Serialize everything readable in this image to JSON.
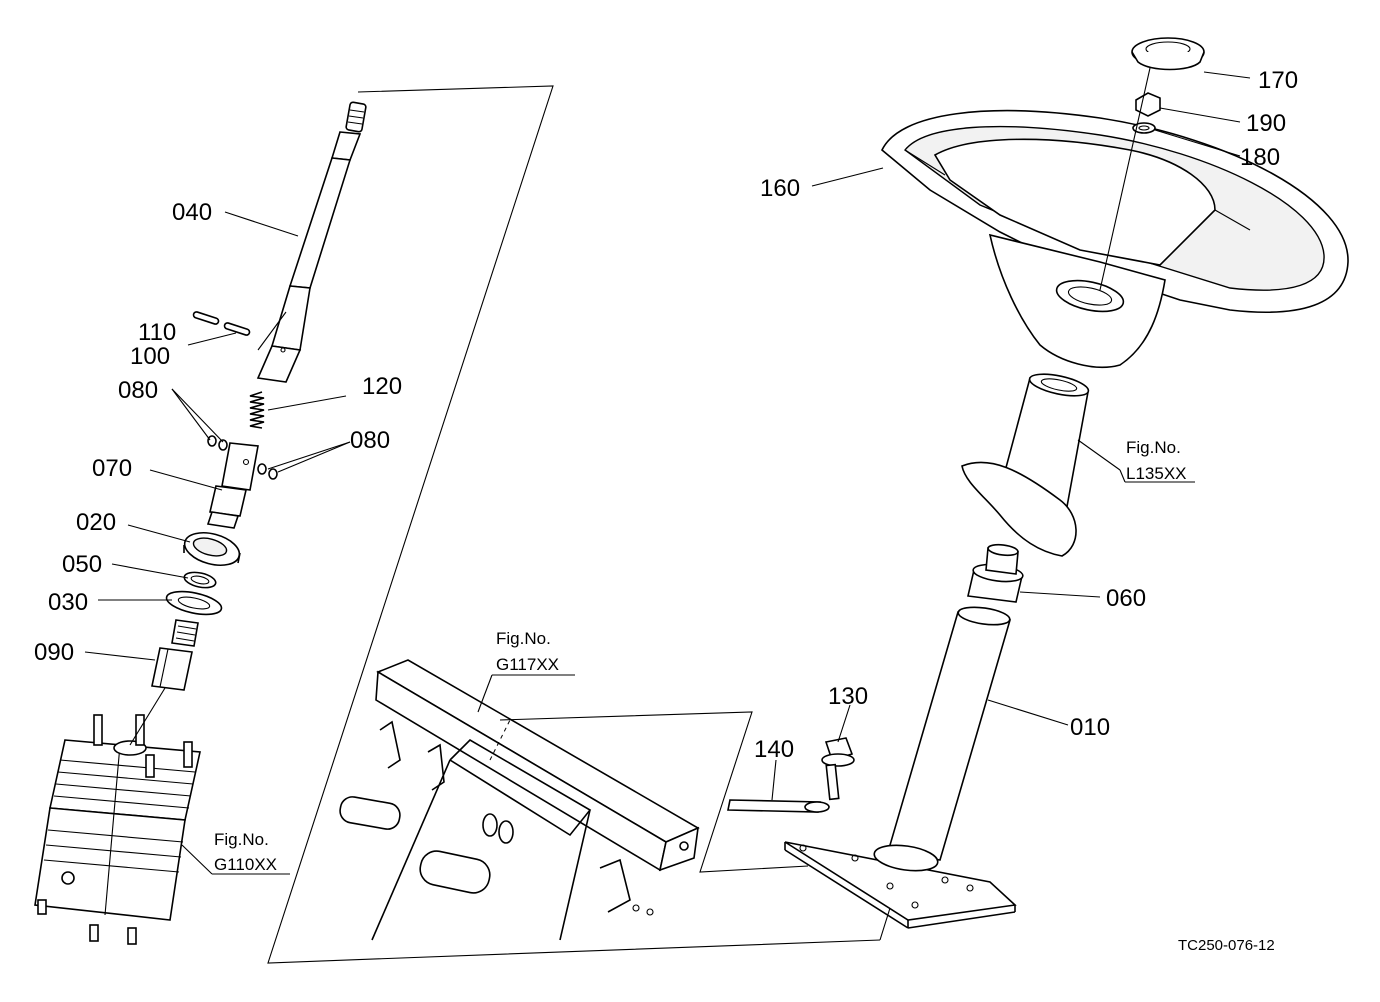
{
  "part_numbers": {
    "p040": "040",
    "p110": "110",
    "p100": "100",
    "p080a": "080",
    "p120": "120",
    "p080b": "080",
    "p070": "070",
    "p020": "020",
    "p050": "050",
    "p030": "030",
    "p090": "090",
    "p170": "170",
    "p190": "190",
    "p180": "180",
    "p160": "160",
    "p060": "060",
    "p010": "010",
    "p130": "130",
    "p140": "140"
  },
  "figure_refs": {
    "g117": {
      "prefix": "Fig.No.",
      "code": "G117XX"
    },
    "g110": {
      "prefix": "Fig.No.",
      "code": "G110XX"
    },
    "l135": {
      "prefix": "Fig.No.",
      "code": "L135XX"
    }
  },
  "drawing_code": "TC250-076-12"
}
